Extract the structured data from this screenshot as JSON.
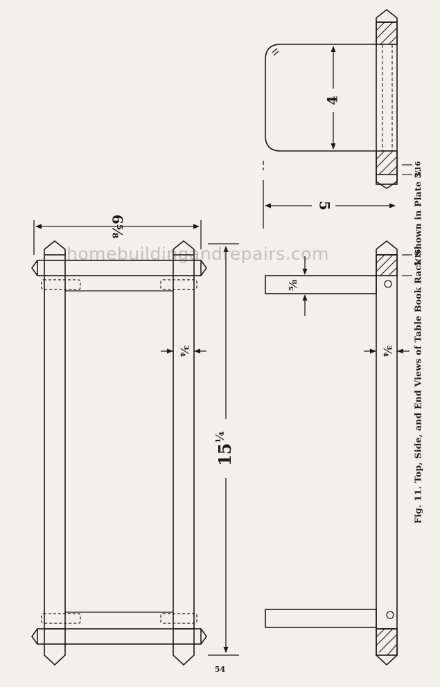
{
  "figure": {
    "caption": "Fig. 11.   Top, Side, and End Views of Table Book Rack Shown in Plate 3.",
    "page_number": "54",
    "watermark": "homebuildingandrepairs.com"
  },
  "top_view": {
    "length_whole": "15",
    "length_frac": "¼",
    "width_dim": "6⅝",
    "rail_width": "¾"
  },
  "side_view": {
    "rail_width": "¾",
    "end_thickness": "⅝",
    "small_dim": "5/16"
  },
  "end_view": {
    "height_dim": "4",
    "overall_dim": "5",
    "small_dim": "5/16"
  },
  "colors": {
    "ink": "#1a1a1a",
    "paper": "#f2f0ea"
  }
}
